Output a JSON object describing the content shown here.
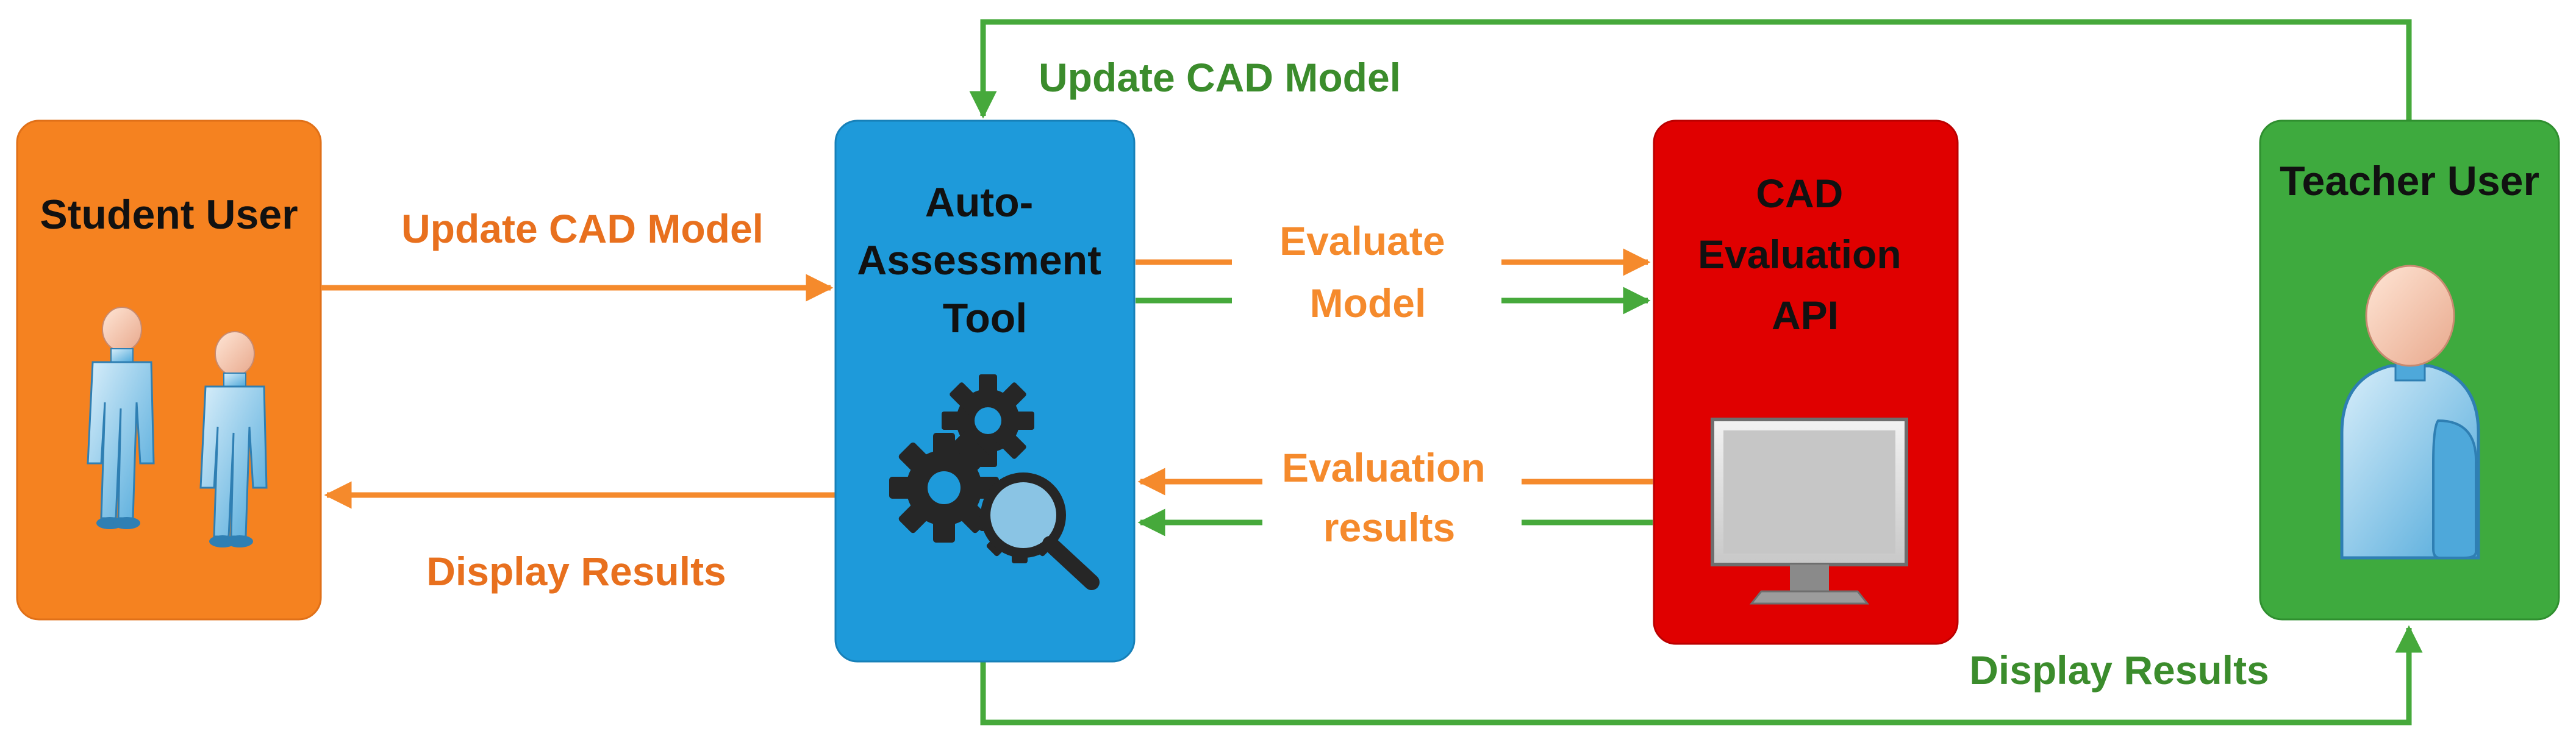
{
  "colors": {
    "student_box": "#F58220",
    "tool_box": "#1E9ADA",
    "api_box": "#E00000",
    "teacher_box": "#3EAA3E",
    "orange_arrow": "#F58A2C",
    "green_arrow": "#46A93B",
    "orange_text": "#E8701E",
    "green_text": "#3B8C2C"
  },
  "nodes": {
    "student": {
      "title": "Student User",
      "icon": "two-person-figures-icon"
    },
    "tool": {
      "title_lines": [
        "Auto-",
        "Assessment",
        "Tool"
      ],
      "icon": "gears-magnifier-icon"
    },
    "api": {
      "title_lines": [
        "CAD",
        "Evaluation",
        "API"
      ],
      "icon": "monitor-icon"
    },
    "teacher": {
      "title": "Teacher User",
      "icon": "user-avatar-icon"
    }
  },
  "edges": {
    "top_feedback": "Update CAD Model",
    "student_to_tool": "Update CAD Model",
    "tool_to_student": "Display Results",
    "tool_to_api_lines": [
      "Evaluate",
      "Model"
    ],
    "api_to_tool_lines": [
      "Evaluation",
      "results"
    ],
    "tool_to_teacher": "Display Results"
  }
}
